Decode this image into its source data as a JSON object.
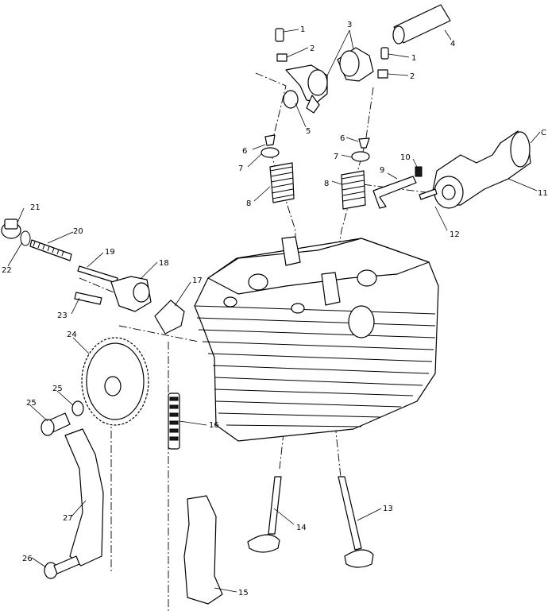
{
  "callouts": {
    "c1a": "1",
    "c2a": "2",
    "c3": "3",
    "c4": "4",
    "c1b": "1",
    "c2b": "2",
    "c5": "5",
    "c6a": "6",
    "c6b": "6",
    "c7a": "7",
    "c7b": "7",
    "c8a": "8",
    "c8b": "8",
    "c9": "9",
    "c10": "10",
    "c11": "11",
    "cC": "C",
    "c12": "12",
    "c21": "21",
    "c20": "20",
    "c22": "22",
    "c19": "19",
    "c18": "18",
    "c17": "17",
    "c23": "23",
    "c24": "24",
    "c25a": "25",
    "c25b": "25",
    "c16": "16",
    "c27": "27",
    "c14": "14",
    "c13": "13",
    "c26": "26",
    "c15": "15"
  }
}
